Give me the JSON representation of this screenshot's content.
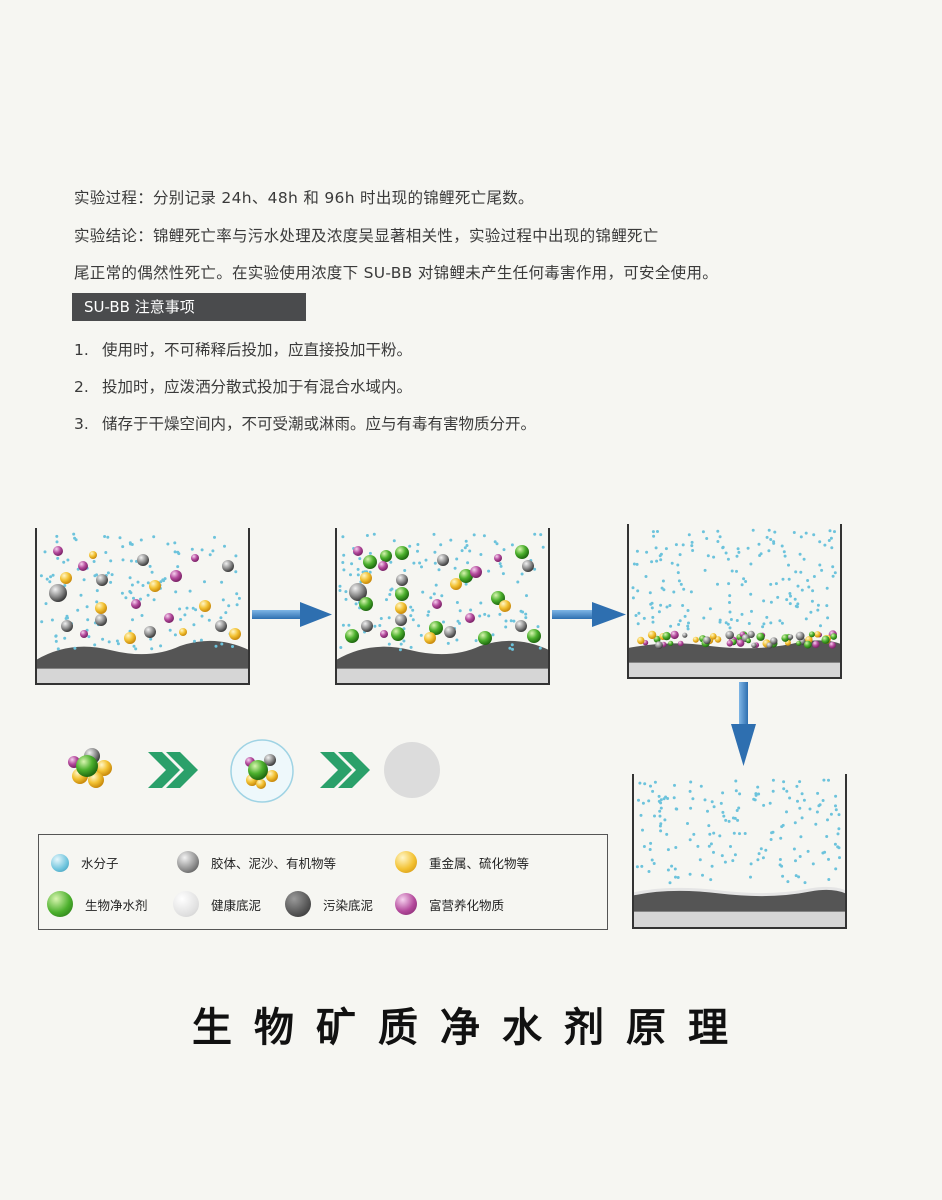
{
  "paragraphs": {
    "process": "实验过程：分别记录 24h、48h 和 96h 时出现的锦鲤死亡尾数。",
    "conclusion_1": "实验结论：锦鲤死亡率与污水处理及浓度吴显著相关性，实验过程中出现的锦鲤死亡",
    "conclusion_2": "尾正常的偶然性死亡。在实验使用浓度下 SU-BB 对锦鲤未产生任何毒害作用，可安全使用。"
  },
  "notice": {
    "heading": "SU-BB 注意事项",
    "items": [
      {
        "num": "1.",
        "text": "使用时，不可稀释后投加，应直接投加干粉。"
      },
      {
        "num": "2.",
        "text": "投加时，应泼洒分散式投加于有混合水域内。"
      },
      {
        "num": "3.",
        "text": "储存于干燥空间内，不可受潮或淋雨。应与有毒有害物质分开。"
      }
    ]
  },
  "legend": {
    "items": [
      {
        "label": "水分子",
        "icon": "water-molecule",
        "color": "#6cc3dc"
      },
      {
        "label": "胶体、泥沙、有机物等",
        "icon": "colloid-particle",
        "color": "#8d8d8d"
      },
      {
        "label": "重金属、硫化物等",
        "icon": "heavy-metal-particle",
        "color": "#f3c233"
      },
      {
        "label": "生物净水剂",
        "icon": "purifier-particle",
        "color": "#4cb02d"
      },
      {
        "label": "健康底泥",
        "icon": "healthy-sediment",
        "color": "#dcdcdc"
      },
      {
        "label": "污染底泥",
        "icon": "polluted-sediment",
        "color": "#555555"
      },
      {
        "label": "富营养化物质",
        "icon": "eutrophic-particle",
        "color": "#b44a9c"
      }
    ]
  },
  "colors": {
    "arrow_blue": "#3a7fc0",
    "chevron_green": "#2aa06a",
    "sediment_dark": "#555555",
    "base_gray": "#d6d6d6"
  },
  "title": "生物矿质净水剂原理"
}
